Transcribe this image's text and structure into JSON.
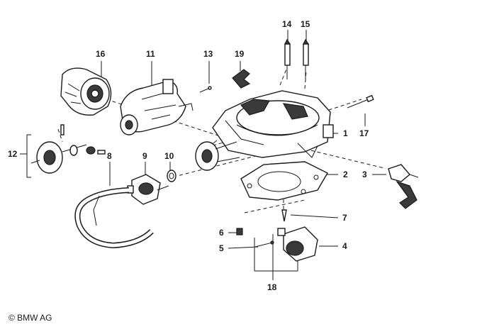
{
  "diagram": {
    "callouts": [
      {
        "id": "1",
        "label": "1"
      },
      {
        "id": "2",
        "label": "2"
      },
      {
        "id": "3",
        "label": "3"
      },
      {
        "id": "4",
        "label": "4"
      },
      {
        "id": "5",
        "label": "5"
      },
      {
        "id": "6",
        "label": "6"
      },
      {
        "id": "7",
        "label": "7"
      },
      {
        "id": "8",
        "label": "8"
      },
      {
        "id": "9",
        "label": "9"
      },
      {
        "id": "10",
        "label": "10"
      },
      {
        "id": "11",
        "label": "11"
      },
      {
        "id": "12",
        "label": "12"
      },
      {
        "id": "13",
        "label": "13"
      },
      {
        "id": "14",
        "label": "14"
      },
      {
        "id": "15",
        "label": "15"
      },
      {
        "id": "16",
        "label": "16"
      },
      {
        "id": "17",
        "label": "17"
      },
      {
        "id": "18",
        "label": "18"
      },
      {
        "id": "19",
        "label": "19"
      }
    ],
    "copyright": "© BMW AG",
    "colors": {
      "ink": "#1a1a1a",
      "background": "#ffffff"
    }
  }
}
